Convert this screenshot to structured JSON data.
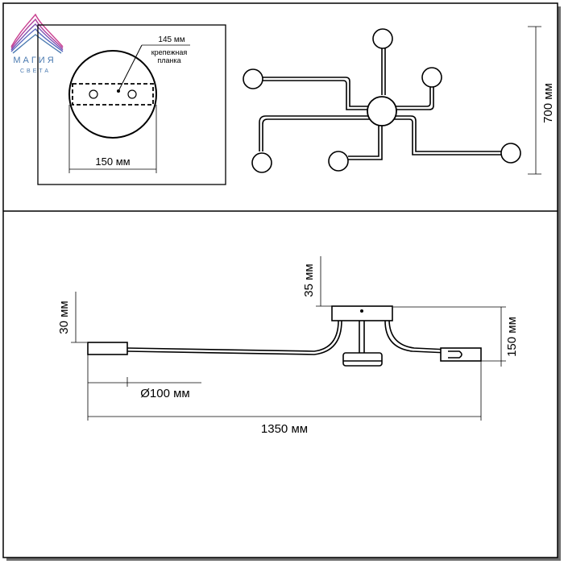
{
  "logo": {
    "name": "МАГИЯ",
    "sub": "СВЕТА"
  },
  "inset": {
    "plate_label": "145 мм",
    "plate_caption_line1": "крепежная",
    "plate_caption_line2": "планка",
    "diameter_label": "150 мм"
  },
  "top_view": {
    "height_label": "700 мм"
  },
  "side_view": {
    "canopy_height_label": "35 мм",
    "arm_height_label": "30 мм",
    "drop_label": "150 мм",
    "shade_diameter_label": "Ø100 мм",
    "length_label": "1350 мм"
  },
  "colors": {
    "line": "#000000",
    "logo_blue": "#4a7ab0",
    "logo_pink": "#c9408f",
    "logo_violet": "#7a4fb0"
  }
}
